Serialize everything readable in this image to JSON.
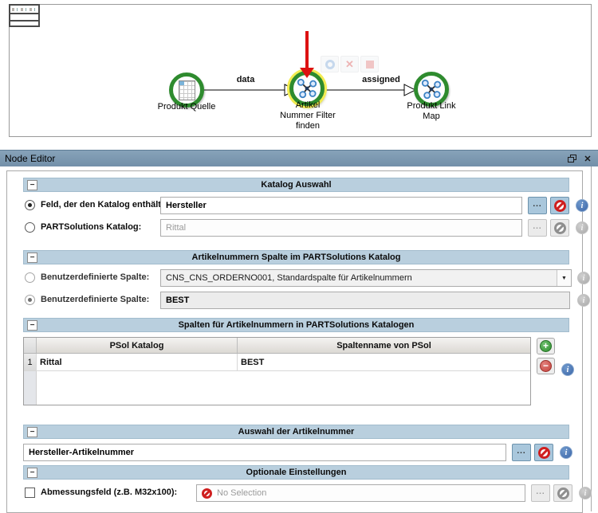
{
  "workflow": {
    "nodes": [
      {
        "label": "Produkt Quelle",
        "icon": "spreadsheet-icon",
        "selected": false
      },
      {
        "label": "Artikel\nNummer Filter\nfinden",
        "icon": "graph-icon",
        "selected": true
      },
      {
        "label": "Produkt Link\nMap",
        "icon": "graph-icon",
        "selected": false
      }
    ],
    "edges": [
      {
        "label": "data"
      },
      {
        "label": "assigned"
      }
    ],
    "ghost_toolbar": {
      "icons": [
        "run-icon",
        "cancel-icon",
        "stop-icon"
      ]
    },
    "annotation": {
      "shape": "red-arrow-down"
    }
  },
  "panel": {
    "title": "Node Editor",
    "sections": {
      "katalog_auswahl": {
        "title": "Katalog Auswahl",
        "rows": [
          {
            "label": "Feld, der den Katalog enthält:",
            "value": "Hersteller",
            "selected": true,
            "enabled": true
          },
          {
            "label": "PARTSolutions Katalog:",
            "value": "Rittal",
            "selected": false,
            "enabled": false
          }
        ]
      },
      "artikelnummern_spalte": {
        "title": "Artikelnummern Spalte im PARTSolutions Katalog",
        "rows": [
          {
            "label": "Benutzerdefinierte Spalte:",
            "value": "CNS_CNS_ORDERNO001, Standardspalte für Artikelnummern",
            "selected": false
          },
          {
            "label": "Benutzerdefinierte Spalte:",
            "value": "BEST",
            "selected": true
          }
        ]
      },
      "spalten_table": {
        "title": "Spalten für Artikelnummern in PARTSolutions Katalogen",
        "columns": [
          "PSol Katalog",
          "Spaltenname von PSol"
        ],
        "rows": [
          {
            "num": "1",
            "katalog": "Rittal",
            "spalte": "BEST"
          }
        ]
      },
      "auswahl_artikelnummer": {
        "title": "Auswahl der Artikelnummer",
        "value": "Hersteller-Artikelnummer"
      },
      "optionale_einstellungen": {
        "title": "Optionale Einstellungen",
        "checkbox_label": "Abmessungsfeld (z.B. M32x100):",
        "value": "No Selection",
        "checked": false
      }
    }
  },
  "ui": {
    "ellipsis": "...",
    "info_glyph": "i",
    "plus_glyph": "+",
    "minus_glyph": "−",
    "collapse_glyph": "−",
    "close_glyph": "✕",
    "dropdown_glyph": "▼"
  },
  "colors": {
    "titlebar": "#7e99b1",
    "section_header": "#b9cfde",
    "button_blue": "#a9c7dc",
    "node_ring_green": "#2e8b2e",
    "selection_yellow": "#f3ec52",
    "annotation_red": "#dd1111",
    "info_blue": "#3c66a8",
    "add_green": "#2f8f2f",
    "remove_red": "#c4423c",
    "no_entry_red": "#cf1f1f"
  }
}
